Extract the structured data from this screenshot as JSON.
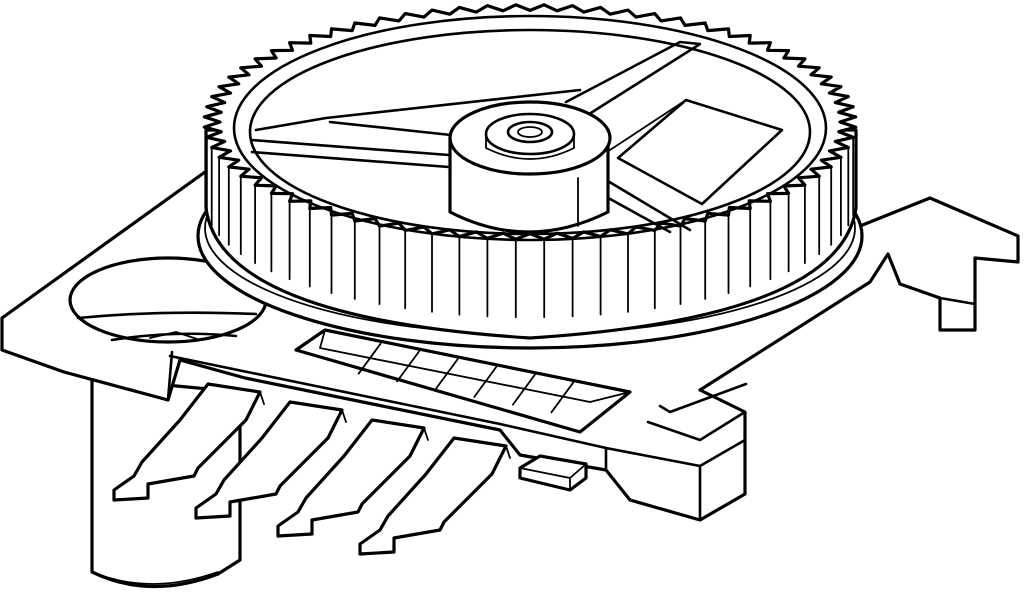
{
  "drawing": {
    "style": "black-and-white isometric line drawing",
    "colors": {
      "line": "#000000",
      "background": "#ffffff"
    },
    "component": {
      "base": {
        "pins": 4,
        "side_tab": true,
        "cylindrical_boss": true,
        "circular_recess": true
      },
      "gear": {
        "teeth": 72,
        "spokes": 3,
        "central_hub": true
      },
      "slot": {
        "segments": 7
      },
      "small_tab": true
    }
  }
}
